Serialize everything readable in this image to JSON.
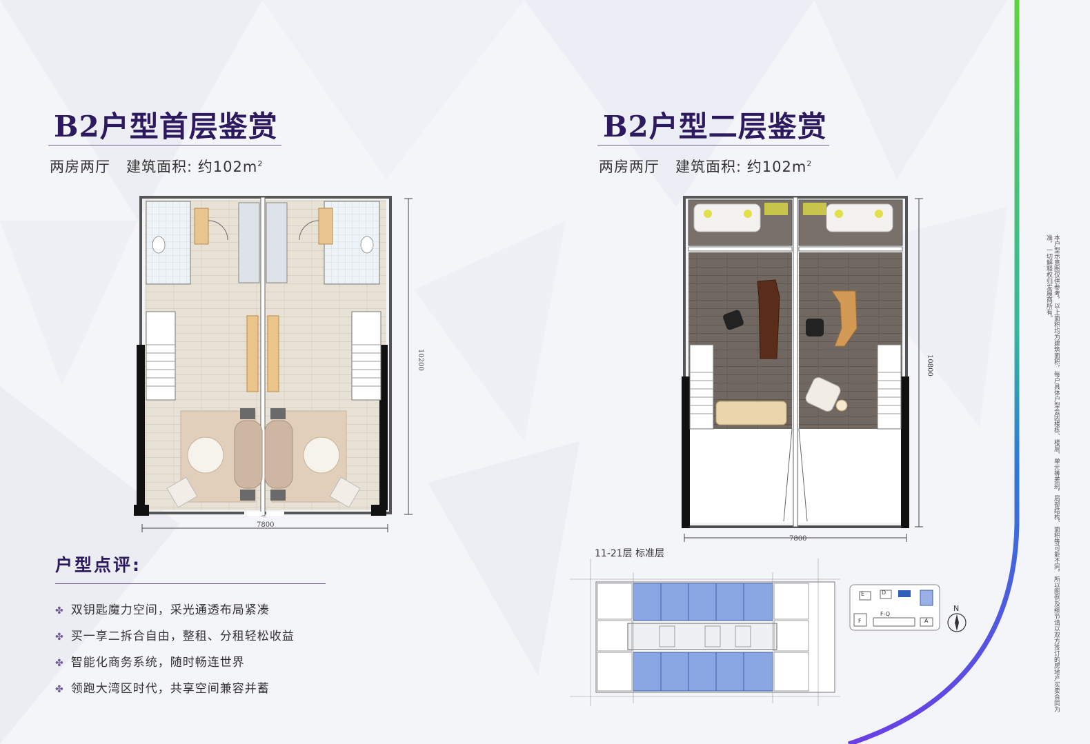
{
  "left": {
    "title": "B2户型首层鉴赏",
    "subtitle_layout": "两房两厅",
    "subtitle_area_label": "建筑面积:",
    "subtitle_area_value": "约102m",
    "subtitle_area_sup": "2",
    "dim_width": "7800",
    "dim_height": "10200"
  },
  "right": {
    "title": "B2户型二层鉴赏",
    "subtitle_layout": "两房两厅",
    "subtitle_area_label": "建筑面积:",
    "subtitle_area_value": "约102m",
    "subtitle_area_sup": "2",
    "dim_width": "7800",
    "dim_height": "10800"
  },
  "review": {
    "title": "户型点评:",
    "items": [
      "双钥匙魔力空间，采光通透布局紧凑",
      "买一享二拆合自由，整租、分租轻松收益",
      "智能化商务系统，随时畅连世界",
      "领跑大湾区时代，共享空间兼容并蓄"
    ]
  },
  "typical_floor": {
    "label": "11-21层 标准层",
    "north": "N",
    "site_labels": [
      "E",
      "D",
      "F",
      "F-Q",
      "A"
    ]
  },
  "disclaimer": "本户型示意图仅供参考，以上面积均为建筑面积，每户具体户型会因楼栋、楼层、单元等差别，局部结构、面积等可能不同，所以图例及细节请以双方签订的房地产买卖合同为准，一切解释权归发展商所有。",
  "colors": {
    "heading": "#2d1a5e",
    "accent_green": "#5fd23f",
    "accent_purple": "#6a3fe6",
    "floor_wood_light": "#e7dfd2",
    "floor_wood_dark": "#6e6560",
    "highlight_blue": "#7f9fe0"
  }
}
